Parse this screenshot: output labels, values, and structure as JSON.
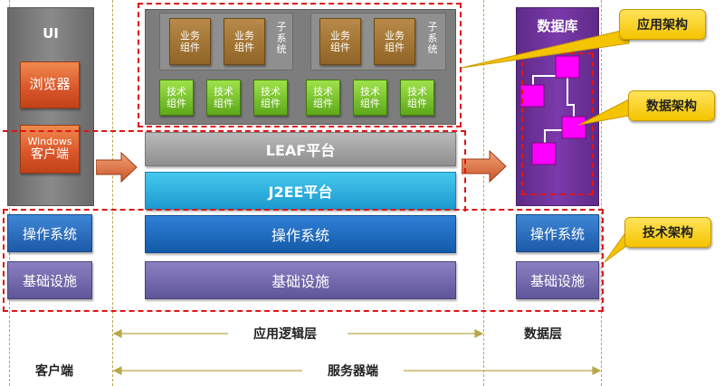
{
  "client": {
    "ui_title": "UI",
    "browser": "浏览器",
    "windows_client_line1": "Windows",
    "windows_client_line2": "客户端",
    "os": "操作系统",
    "infra": "基础设施"
  },
  "app_layer": {
    "subsystem_label": "子系统",
    "business_component_line1": "业务",
    "business_component_line2": "组件",
    "tech_component_line1": "技术",
    "tech_component_line2": "组件",
    "leaf_platform": "LEAF平台",
    "j2ee_platform": "J2EE平台",
    "os": "操作系统",
    "infra": "基础设施"
  },
  "data_column": {
    "db_title": "数据库",
    "os": "操作系统",
    "infra": "基础设施"
  },
  "callouts": {
    "app_arch": "应用架构",
    "data_arch": "数据架构",
    "tech_arch": "技术架构"
  },
  "bottom_labels": {
    "app_logic_layer": "应用逻辑层",
    "data_layer": "数据层",
    "client_side": "客户端",
    "server_side": "服务器端"
  },
  "colors": {
    "dash_red": "#e01414",
    "callout_yellow": "#f5c400",
    "db_node": "#ff00ff"
  }
}
